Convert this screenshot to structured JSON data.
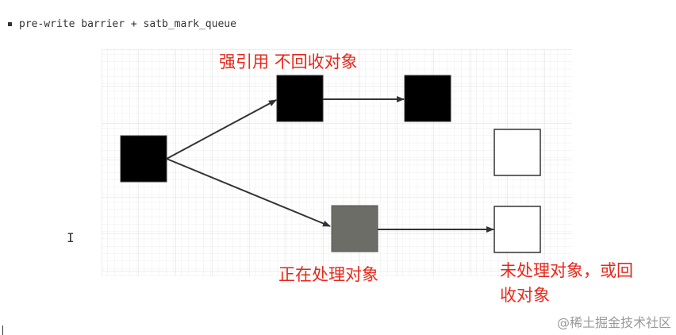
{
  "note": {
    "text": "pre-write barrier + satb_mark_queue"
  },
  "labels": {
    "strong_ref": "强引用 不回收对象",
    "processing": "正在处理对象",
    "unprocessed_line1": "未处理对象，或回",
    "unprocessed_line2": "收对象"
  },
  "watermark": "@稀土掘金技术社区",
  "colors": {
    "black_node": "#000000",
    "gray_node": "#6d6d68",
    "white_node": "#ffffff",
    "label_red": "#e8281c",
    "grid_line": "#e6e6e6",
    "arrow": "#333333"
  }
}
